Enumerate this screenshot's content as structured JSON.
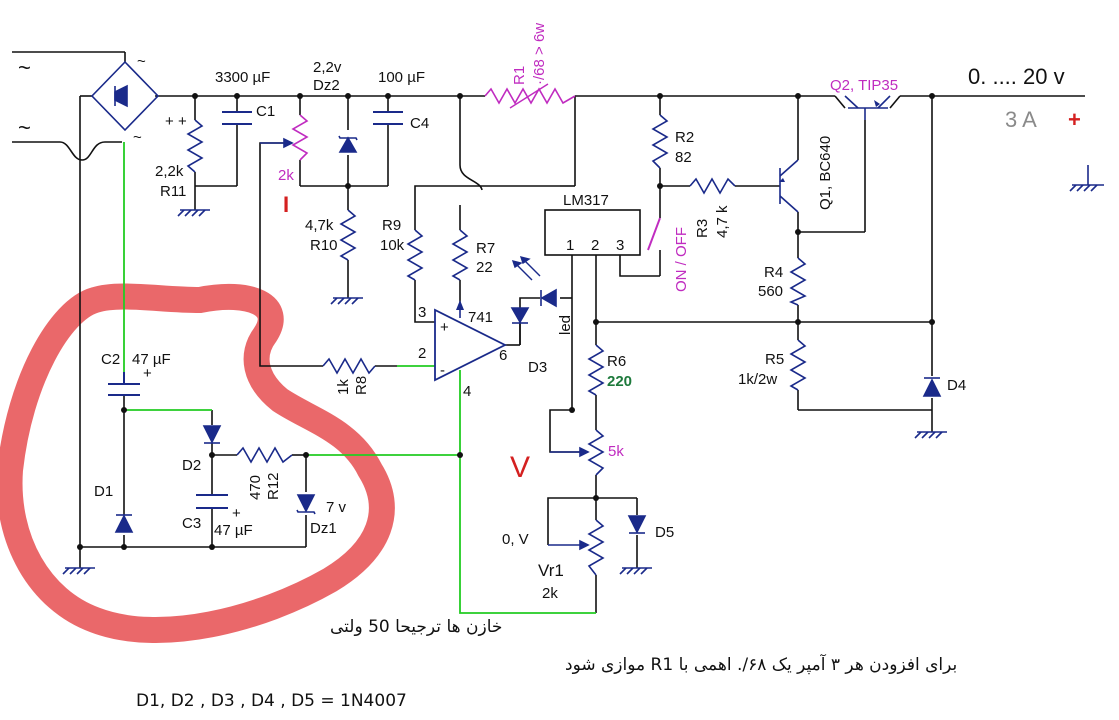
{
  "input_ac_top": "~",
  "input_ac_bottom": "~",
  "bridge_ac_in": "~",
  "bridge_ac_out": "~",
  "bridge_plus": "+",
  "output_voltage": "0. .... 20 v",
  "output_current": "3 A",
  "output_plus": "+",
  "components": {
    "c1": {
      "value": "3300 µF",
      "name": "C1"
    },
    "dz2": {
      "value": "2,2v",
      "name": "Dz2"
    },
    "c4": {
      "value": "100 µF",
      "name": "C4"
    },
    "r1": {
      "name": "R1",
      "value": "·/68 > 6w"
    },
    "q2": {
      "name": "Q2, TIP35"
    },
    "r11": {
      "value": "2,2k",
      "name": "R11"
    },
    "pot_i": {
      "value": "2k",
      "mark": "I"
    },
    "r10": {
      "value": "4,7k",
      "name": "R10"
    },
    "r9": {
      "name": "R9",
      "value": "10k"
    },
    "r7": {
      "name": "R7",
      "value": "22"
    },
    "lm317": {
      "name": "LM317",
      "pin1": "1",
      "pin2": "2",
      "pin3": "3"
    },
    "r2": {
      "name": "R2",
      "value": "82"
    },
    "r3": {
      "name": "R3",
      "value": "4,7 k"
    },
    "q1": {
      "name": "Q1, BC640"
    },
    "switch": {
      "label": "ON / OFF"
    },
    "r4": {
      "name": "R4",
      "value": "560"
    },
    "opamp": {
      "name": "741",
      "pin3": "3",
      "pin2": "2",
      "pin6": "6",
      "pin4": "4",
      "plus": "+",
      "minus": "-"
    },
    "led": {
      "label": "led"
    },
    "d3": {
      "name": "D3"
    },
    "r8": {
      "value": "1k",
      "name": "R8"
    },
    "r6": {
      "name": "R6",
      "value": "220"
    },
    "r5": {
      "name": "R5",
      "value": "1k/2w"
    },
    "d4": {
      "name": "D4"
    },
    "c2": {
      "name": "C2",
      "value": "47 µF",
      "plus": "+"
    },
    "d2": {
      "name": "D2"
    },
    "r12": {
      "value": "470",
      "name": "R12"
    },
    "dz1": {
      "value": "7 v",
      "name": "Dz1"
    },
    "c3": {
      "name": "C3",
      "value": "47 µF",
      "plus": "+"
    },
    "d1": {
      "name": "D1"
    },
    "pot_v": {
      "value": "5k",
      "mark": "V"
    },
    "d5": {
      "name": "D5"
    },
    "vr1": {
      "name": "Vr1",
      "value": "2k",
      "zero": "0, V"
    },
    "r11_plus": "+"
  },
  "notes": {
    "line1": "خازن ها ترجیحا 50 ولتی",
    "line2": "برای افزودن هر ۳ آمپر یک ۶۸/. اهمی با R1 موازی شود",
    "line3": "D1, D2 , D3 , D4 , D5 = 1N4007"
  },
  "colors": {
    "wire": "#111111",
    "component": "#1a2a8a",
    "green_wire": "#22cc22",
    "highlight": "#e8585a",
    "magenta": "#c02cc0",
    "red": "#d42020",
    "gray": "#8a8a8a"
  }
}
